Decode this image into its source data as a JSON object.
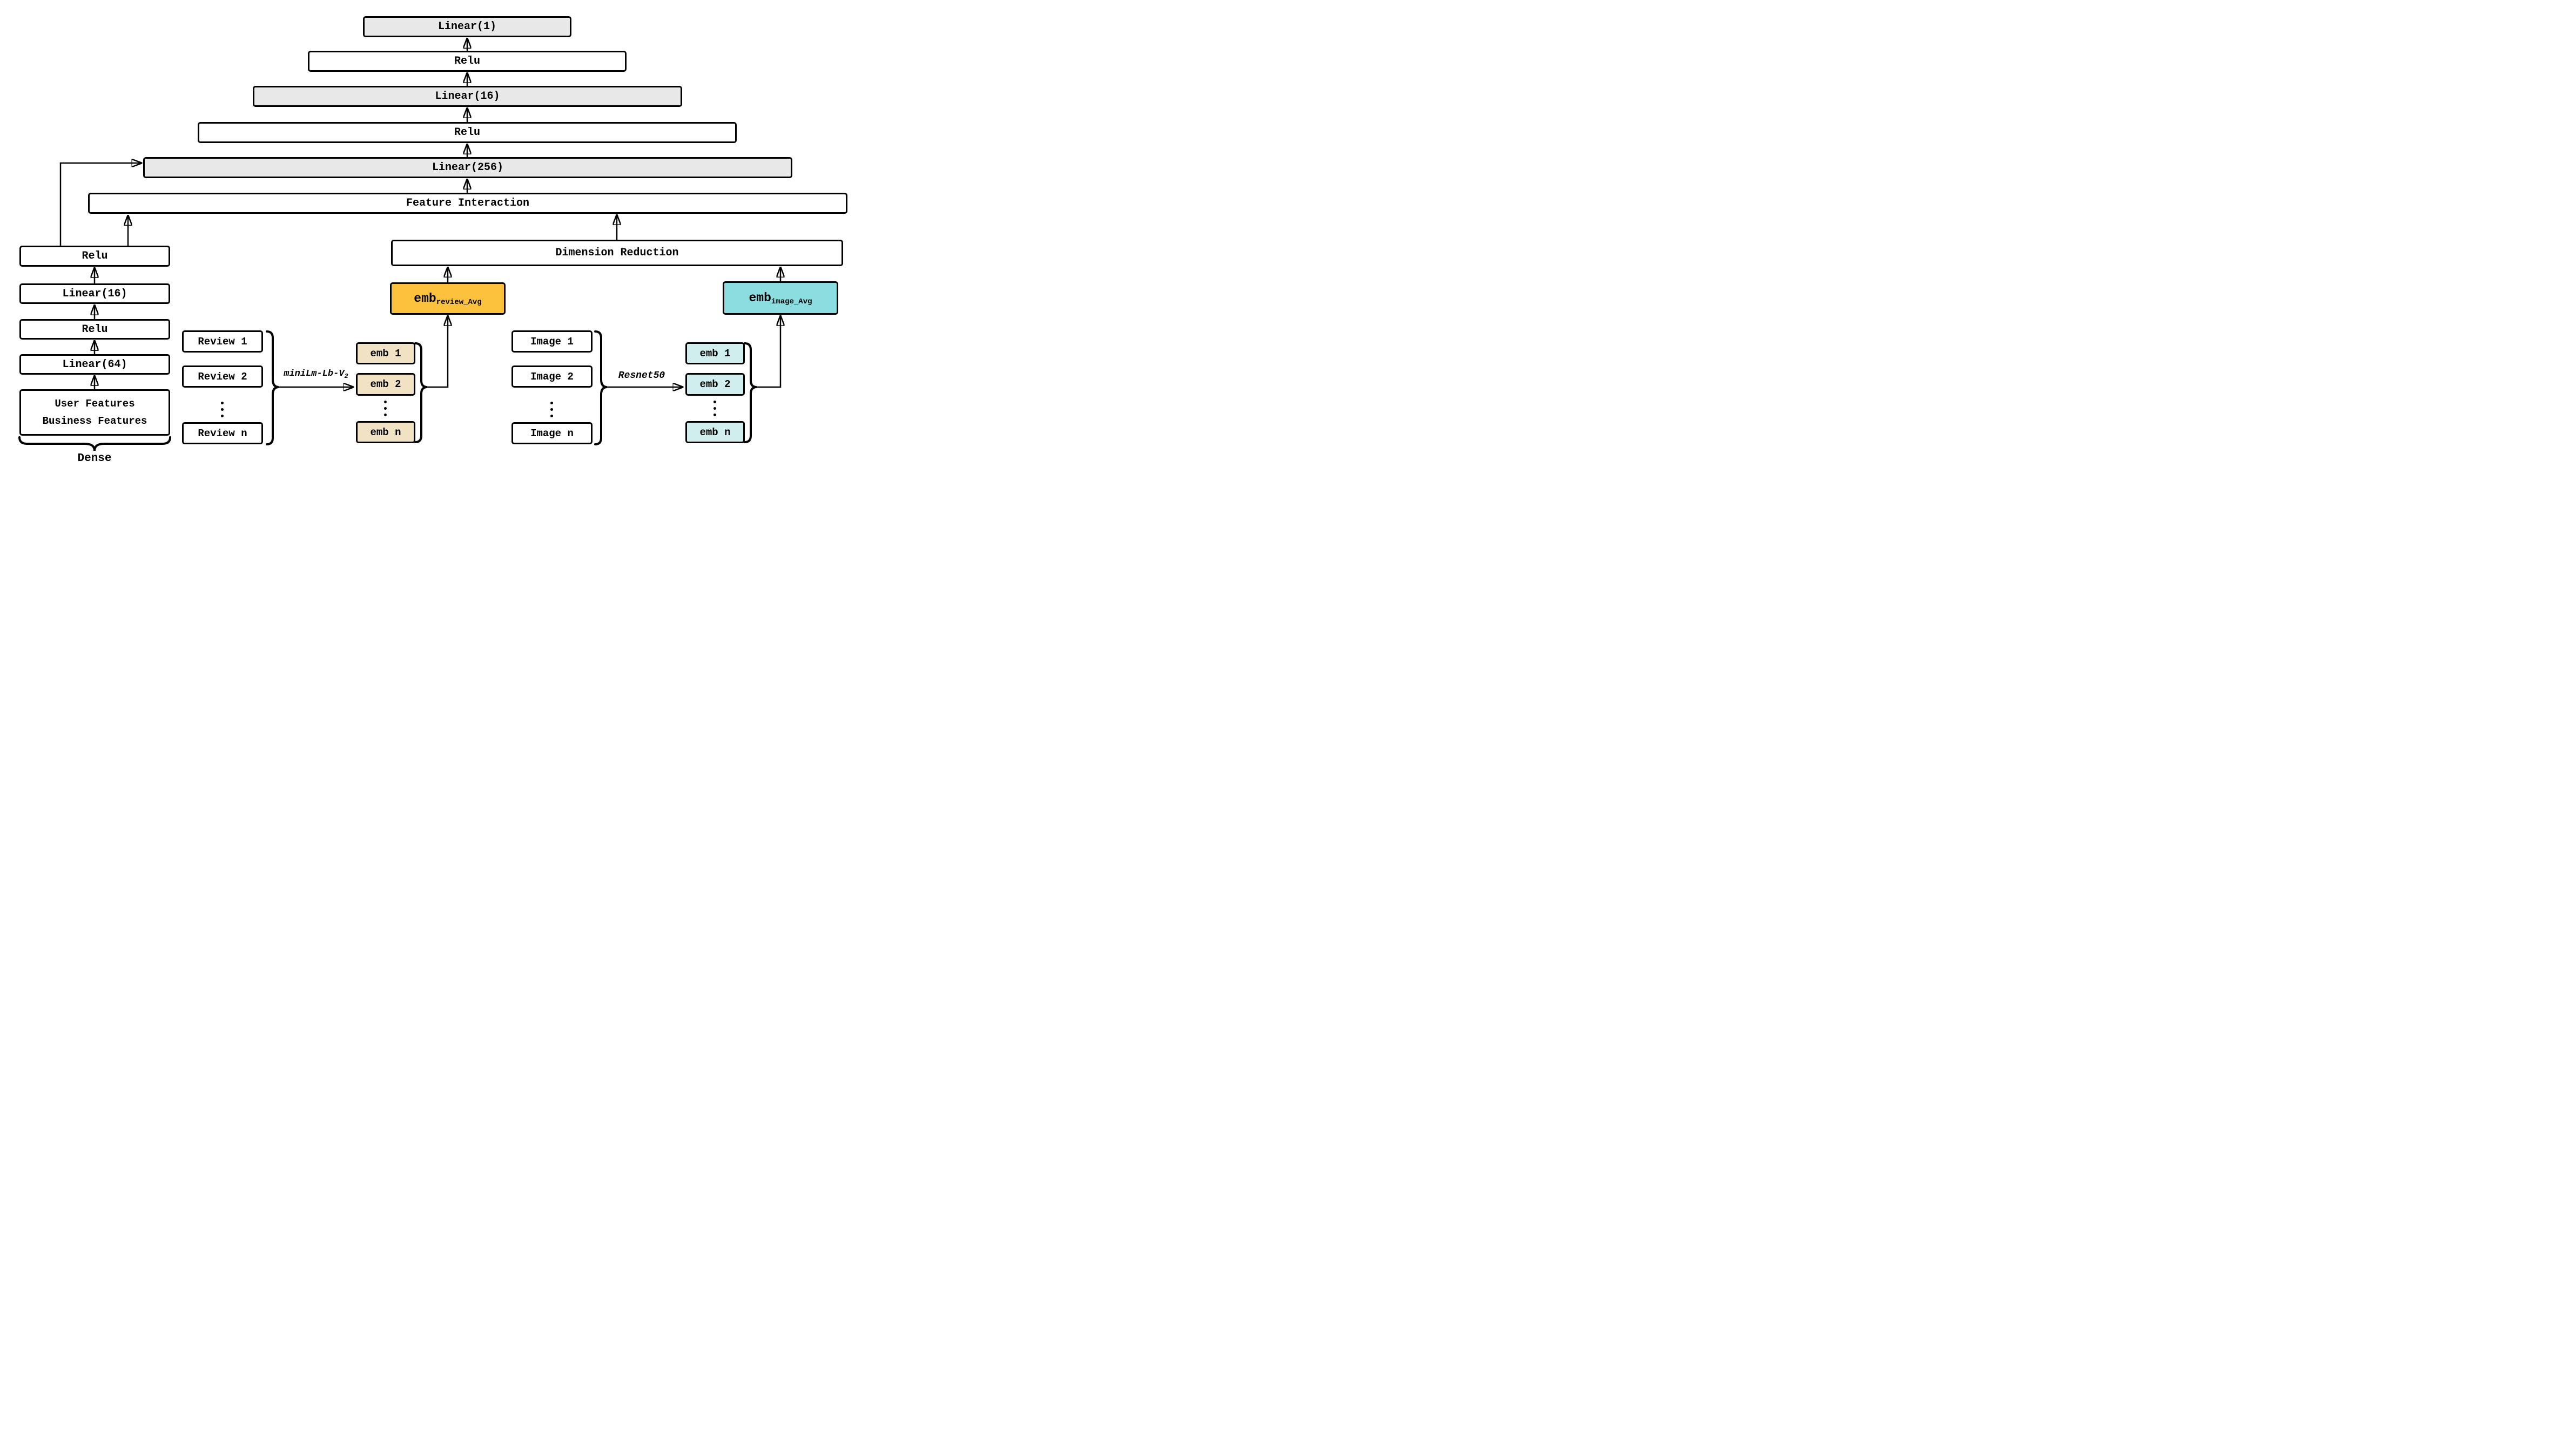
{
  "diagram": {
    "colors": {
      "box_gray": "#e8e8e8",
      "emb_tan": "#f0e2c2",
      "review_avg_orange": "#fbc13d",
      "emb_light_cyan": "#cfeeed",
      "image_avg_turquoise": "#8bdde0",
      "line_black": "#000000",
      "background_white": "#ffffff"
    },
    "pyramid": {
      "linear_1": "Linear(1)",
      "relu_top": "Relu",
      "linear_16": "Linear(16)",
      "relu_mid": "Relu",
      "linear_256": "Linear(256)",
      "feature_interaction": "Feature Interaction",
      "dimension_reduction": "Dimension Reduction"
    },
    "dense_branch": {
      "relu_1": "Relu",
      "linear_16": "Linear(16)",
      "relu_2": "Relu",
      "linear_64": "Linear(64)",
      "features_line1": "User Features",
      "features_line2": "Business Features",
      "brace_label": "Dense"
    },
    "review_branch": {
      "inputs": [
        "Review 1",
        "Review 2",
        "Review n"
      ],
      "ellipsis": "⋮",
      "encoder_label": "miniLm-Lb-V",
      "encoder_label_subscript": "2",
      "embeddings": [
        "emb 1",
        "emb 2",
        "emb n"
      ],
      "avg_embedding_main": "emb",
      "avg_embedding_subscript": "review_Avg"
    },
    "image_branch": {
      "inputs": [
        "Image 1",
        "Image 2",
        "Image n"
      ],
      "ellipsis": "⋮",
      "encoder_label": "Resnet50",
      "embeddings": [
        "emb 1",
        "emb 2",
        "emb n"
      ],
      "avg_embedding_main": "emb",
      "avg_embedding_subscript": "image_Avg"
    }
  }
}
